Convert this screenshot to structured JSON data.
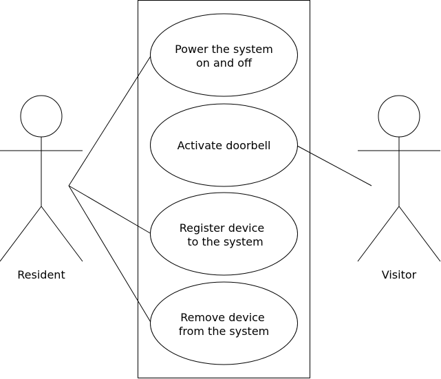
{
  "actors": {
    "resident": {
      "label": "Resident"
    },
    "visitor": {
      "label": "Visitor"
    }
  },
  "use_cases": [
    {
      "id": "power",
      "lines": [
        "Power the system",
        "on and off"
      ]
    },
    {
      "id": "doorbell",
      "lines": [
        "Activate doorbell"
      ]
    },
    {
      "id": "register",
      "lines": [
        "Register device",
        "to the system"
      ]
    },
    {
      "id": "remove",
      "lines": [
        "Remove device",
        "from the system"
      ]
    }
  ],
  "associations": [
    {
      "from": "resident",
      "to": "power"
    },
    {
      "from": "resident",
      "to": "register"
    },
    {
      "from": "resident",
      "to": "remove"
    },
    {
      "from": "visitor",
      "to": "doorbell"
    }
  ],
  "colors": {
    "stroke": "#000000",
    "fill": "#ffffff"
  }
}
